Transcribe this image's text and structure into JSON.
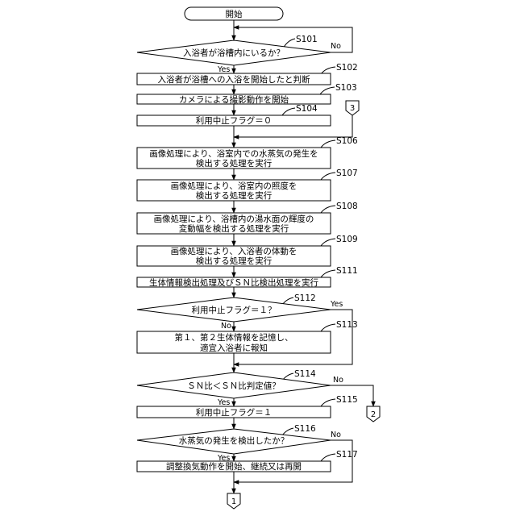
{
  "diagram": {
    "start": "開始",
    "nodes": [
      {
        "id": "S101",
        "lines": [
          "入浴者が浴槽内にいるか？"
        ]
      },
      {
        "id": "S102",
        "lines": [
          "入浴者が浴槽への入浴を開始したと判断"
        ]
      },
      {
        "id": "S103",
        "lines": [
          "カメラによる撮影動作を開始"
        ]
      },
      {
        "id": "S104",
        "lines": [
          "利用中止フラグ＝０"
        ]
      },
      {
        "id": "S106",
        "lines": [
          "画像処理により、浴室内での水蒸気の発生を",
          "検出する処理を実行"
        ]
      },
      {
        "id": "S107",
        "lines": [
          "画像処理により、浴室内の照度を",
          "検出する処理を実行"
        ]
      },
      {
        "id": "S108",
        "lines": [
          "画像処理により、浴槽内の湯水面の輝度の",
          "変動幅を検出する処理を実行"
        ]
      },
      {
        "id": "S109",
        "lines": [
          "画像処理により、入浴者の体動を",
          "検出する処理を実行"
        ]
      },
      {
        "id": "S111",
        "lines": [
          "生体情報検出処理及びＳＮ比検出処理を実行"
        ]
      },
      {
        "id": "S112",
        "lines": [
          "利用中止フラグ＝１？"
        ]
      },
      {
        "id": "S113",
        "lines": [
          "第１、第２生体情報を記憶し、",
          "適宜入浴者に報知"
        ]
      },
      {
        "id": "S114",
        "lines": [
          "ＳＮ比＜ＳＮ比判定値？"
        ]
      },
      {
        "id": "S115",
        "lines": [
          "利用中止フラグ＝１"
        ]
      },
      {
        "id": "S116",
        "lines": [
          "水蒸気の発生を検出したか？"
        ]
      },
      {
        "id": "S117",
        "lines": [
          "調整換気動作を開始、継続又は再開"
        ]
      }
    ],
    "branches": {
      "s101_yes": "Yes",
      "s101_no": "No",
      "s112_yes": "Yes",
      "s112_no": "No",
      "s114_yes": "Yes",
      "s114_no": "No",
      "s116_yes": "Yes",
      "s116_no": "No"
    },
    "connectors": {
      "c1": "1",
      "c2": "2",
      "c3": "3"
    }
  }
}
